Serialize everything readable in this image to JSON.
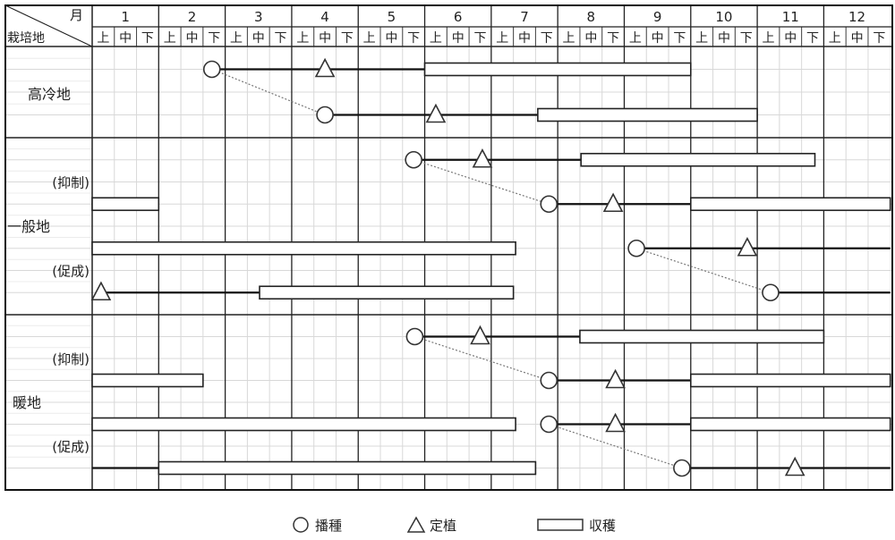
{
  "header": {
    "corner_top": "月",
    "corner_bottom": "栽培地",
    "months": [
      "1",
      "2",
      "3",
      "4",
      "5",
      "6",
      "7",
      "8",
      "9",
      "10",
      "11",
      "12"
    ],
    "dekads": [
      "上",
      "中",
      "下"
    ]
  },
  "sections": [
    {
      "label": "高冷地",
      "rows": 4,
      "sublabels": []
    },
    {
      "label": "一般地",
      "rows": 8,
      "sublabels": [
        {
          "text": "(抑制)",
          "row": 2
        },
        {
          "text": "(促成)",
          "row": 6
        }
      ]
    },
    {
      "label": "暖地",
      "rows": 8,
      "sublabels": [
        {
          "text": "(抑制)",
          "row": 2
        },
        {
          "text": "(促成)",
          "row": 6
        }
      ]
    }
  ],
  "schedule": {
    "unit": "dekad index from 1月上旬 (0) to end of 12月 (36)",
    "lines": [
      {
        "section": 0,
        "row": 1,
        "from": 5.4,
        "to": 15
      },
      {
        "section": 0,
        "row": 3,
        "from": 10.5,
        "to": 20.1
      },
      {
        "section": 1,
        "row": 1,
        "from": 14.5,
        "to": 22.05
      },
      {
        "section": 1,
        "row": 3,
        "from": 20.6,
        "to": 27
      },
      {
        "section": 1,
        "row": 5,
        "from": 24.55,
        "to": 36
      },
      {
        "section": 1,
        "row": 7,
        "from": 0.4,
        "to": 7.55
      },
      {
        "section": 1,
        "row": 7,
        "from": 30.6,
        "to": 36
      },
      {
        "section": 2,
        "row": 1,
        "from": 14.55,
        "to": 22
      },
      {
        "section": 2,
        "row": 3,
        "from": 20.6,
        "to": 27
      },
      {
        "section": 2,
        "row": 5,
        "from": 20.6,
        "to": 27
      },
      {
        "section": 2,
        "row": 7,
        "from": 0,
        "to": 3
      },
      {
        "section": 2,
        "row": 7,
        "from": 26.6,
        "to": 36
      }
    ],
    "harvest": [
      {
        "section": 0,
        "row": 1,
        "from": 15,
        "to": 27
      },
      {
        "section": 0,
        "row": 3,
        "from": 20.1,
        "to": 30
      },
      {
        "section": 1,
        "row": 1,
        "from": 22.05,
        "to": 32.6
      },
      {
        "section": 1,
        "row": 3,
        "from": 0,
        "to": 3
      },
      {
        "section": 1,
        "row": 3,
        "from": 27,
        "to": 36
      },
      {
        "section": 1,
        "row": 5,
        "from": 0,
        "to": 19.1
      },
      {
        "section": 1,
        "row": 7,
        "from": 7.55,
        "to": 19
      },
      {
        "section": 2,
        "row": 1,
        "from": 22,
        "to": 33
      },
      {
        "section": 2,
        "row": 3,
        "from": 0,
        "to": 5
      },
      {
        "section": 2,
        "row": 3,
        "from": 27,
        "to": 36
      },
      {
        "section": 2,
        "row": 5,
        "from": 0,
        "to": 19.1
      },
      {
        "section": 2,
        "row": 5,
        "from": 27,
        "to": 36
      },
      {
        "section": 2,
        "row": 7,
        "from": 3,
        "to": 20
      }
    ],
    "links": [
      {
        "section": 0,
        "from": [
          5.4,
          1
        ],
        "to": [
          10.5,
          3
        ]
      },
      {
        "section": 1,
        "from": [
          14.5,
          1
        ],
        "to": [
          20.6,
          3
        ]
      },
      {
        "section": 1,
        "from": [
          24.55,
          5
        ],
        "to": [
          30.6,
          7
        ]
      },
      {
        "section": 2,
        "from": [
          14.55,
          1
        ],
        "to": [
          20.6,
          3
        ]
      },
      {
        "section": 2,
        "from": [
          20.6,
          5
        ],
        "to": [
          26.6,
          7
        ]
      }
    ],
    "sowing": [
      {
        "section": 0,
        "row": 1,
        "at": 5.4
      },
      {
        "section": 0,
        "row": 3,
        "at": 10.5
      },
      {
        "section": 1,
        "row": 1,
        "at": 14.5
      },
      {
        "section": 1,
        "row": 3,
        "at": 20.6
      },
      {
        "section": 1,
        "row": 5,
        "at": 24.55
      },
      {
        "section": 1,
        "row": 7,
        "at": 30.6
      },
      {
        "section": 2,
        "row": 1,
        "at": 14.55
      },
      {
        "section": 2,
        "row": 3,
        "at": 20.6
      },
      {
        "section": 2,
        "row": 5,
        "at": 20.6
      },
      {
        "section": 2,
        "row": 7,
        "at": 26.6
      }
    ],
    "planting": [
      {
        "section": 0,
        "row": 1,
        "at": 10.5
      },
      {
        "section": 0,
        "row": 3,
        "at": 15.5
      },
      {
        "section": 1,
        "row": 1,
        "at": 17.6
      },
      {
        "section": 1,
        "row": 3,
        "at": 23.5
      },
      {
        "section": 1,
        "row": 5,
        "at": 29.55
      },
      {
        "section": 1,
        "row": 7,
        "at": 0.4
      },
      {
        "section": 2,
        "row": 1,
        "at": 17.5
      },
      {
        "section": 2,
        "row": 3,
        "at": 23.6
      },
      {
        "section": 2,
        "row": 5,
        "at": 23.6
      },
      {
        "section": 2,
        "row": 7,
        "at": 31.7
      }
    ]
  },
  "legend": {
    "sowing": "播種",
    "planting": "定植",
    "harvest": "収穫"
  }
}
